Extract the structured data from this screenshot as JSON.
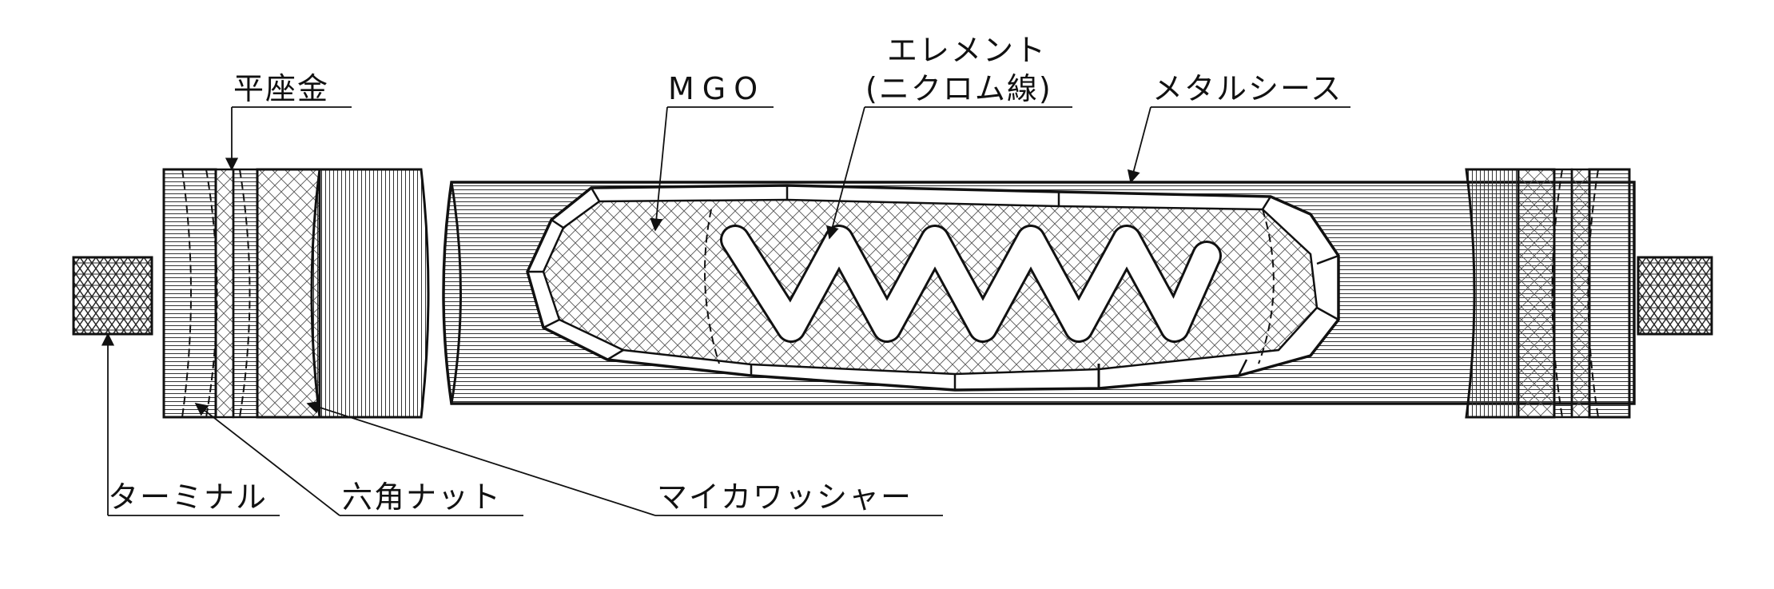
{
  "labels": {
    "hira_zagane": "平座金",
    "mgo": "MGO",
    "element_line1": "エレメント",
    "element_line2": "(ニクロム線)",
    "metal_sheath": "メタルシース",
    "terminal": "ターミナル",
    "hex_nut": "六角ナット",
    "mica_washer": "マイカワッシャー"
  },
  "colors": {
    "line": "#111111",
    "background": "#ffffff"
  }
}
